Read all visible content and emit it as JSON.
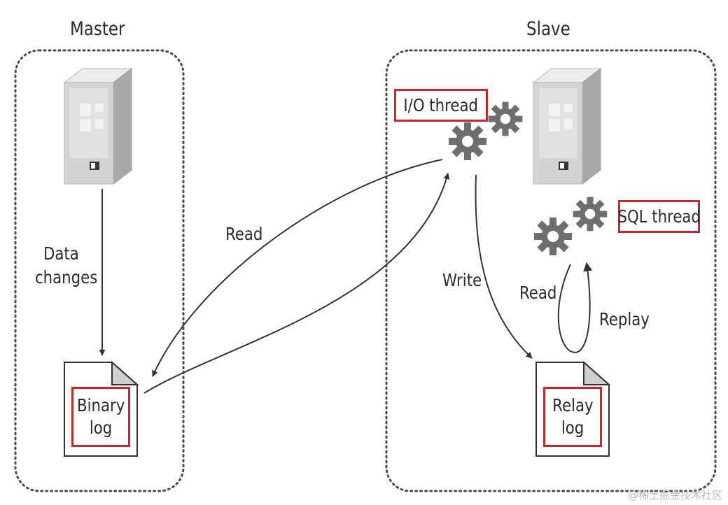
{
  "master": {
    "heading": "Master",
    "data_changes_lines": [
      "Data",
      "changes"
    ],
    "binary_log_lines": [
      "Binary",
      "log"
    ]
  },
  "slave": {
    "heading": "Slave",
    "io_thread": "I/O thread",
    "sql_thread": "SQL thread",
    "relay_log_lines": [
      "Relay",
      "log"
    ]
  },
  "arrows": {
    "read_master": "Read",
    "write": "Write",
    "read_slave": "Read",
    "replay": "Replay"
  },
  "watermark": "@稀土掘金技术社区",
  "colors": {
    "highlight_border": "#c8272d",
    "gear": "#6e6e6e",
    "server": "#d2d2d2",
    "container_dots": "#555555"
  }
}
